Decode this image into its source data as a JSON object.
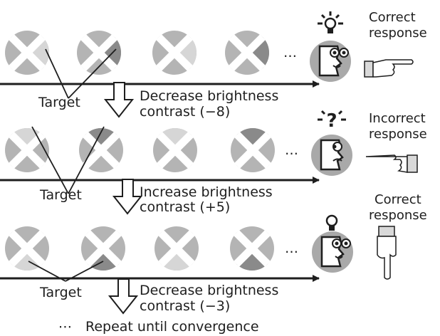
{
  "colors": {
    "background": "#ffffff",
    "disc_base": "#b4b4b4",
    "cross": "#ffffff",
    "target_light": "#d6d6d6",
    "target_dark": "#8a8a8a",
    "line": "#1e1e1e",
    "head": "#a9a9a9"
  },
  "ellipsis": "…",
  "rows": [
    {
      "label_target": "Target",
      "step_line1": "Decrease brightness",
      "step_line2": "contrast (−8)",
      "response_line1": "Correct",
      "response_line2": "response",
      "thought_symbol": "bulb",
      "gesture": "point-right",
      "targets": [
        {
          "quadrant": "right",
          "shade": "light"
        },
        {
          "quadrant": "right",
          "shade": "dark"
        },
        {
          "quadrant": "right",
          "shade": "light"
        },
        {
          "quadrant": "right",
          "shade": "dark"
        }
      ]
    },
    {
      "label_target": "Target",
      "step_line1": "Increase brightness",
      "step_line2": "contrast (+5)",
      "response_line1": "Incorrect",
      "response_line2": "response",
      "thought_symbol": "question",
      "gesture": "point-left",
      "targets": [
        {
          "quadrant": "top",
          "shade": "light"
        },
        {
          "quadrant": "top",
          "shade": "dark"
        },
        {
          "quadrant": "top",
          "shade": "light"
        },
        {
          "quadrant": "top",
          "shade": "dark"
        }
      ]
    },
    {
      "label_target": "Target",
      "step_line1": "Decrease brightness",
      "step_line2": "contrast (−3)",
      "response_line1": "Correct",
      "response_line2": "response",
      "thought_symbol": "bulb",
      "gesture": "point-down",
      "targets": [
        {
          "quadrant": "bottom",
          "shade": "light"
        },
        {
          "quadrant": "bottom",
          "shade": "dark"
        },
        {
          "quadrant": "bottom",
          "shade": "light"
        },
        {
          "quadrant": "bottom",
          "shade": "dark"
        }
      ]
    }
  ],
  "footer": {
    "prefix": "⋯",
    "text": "Repeat until convergence"
  }
}
